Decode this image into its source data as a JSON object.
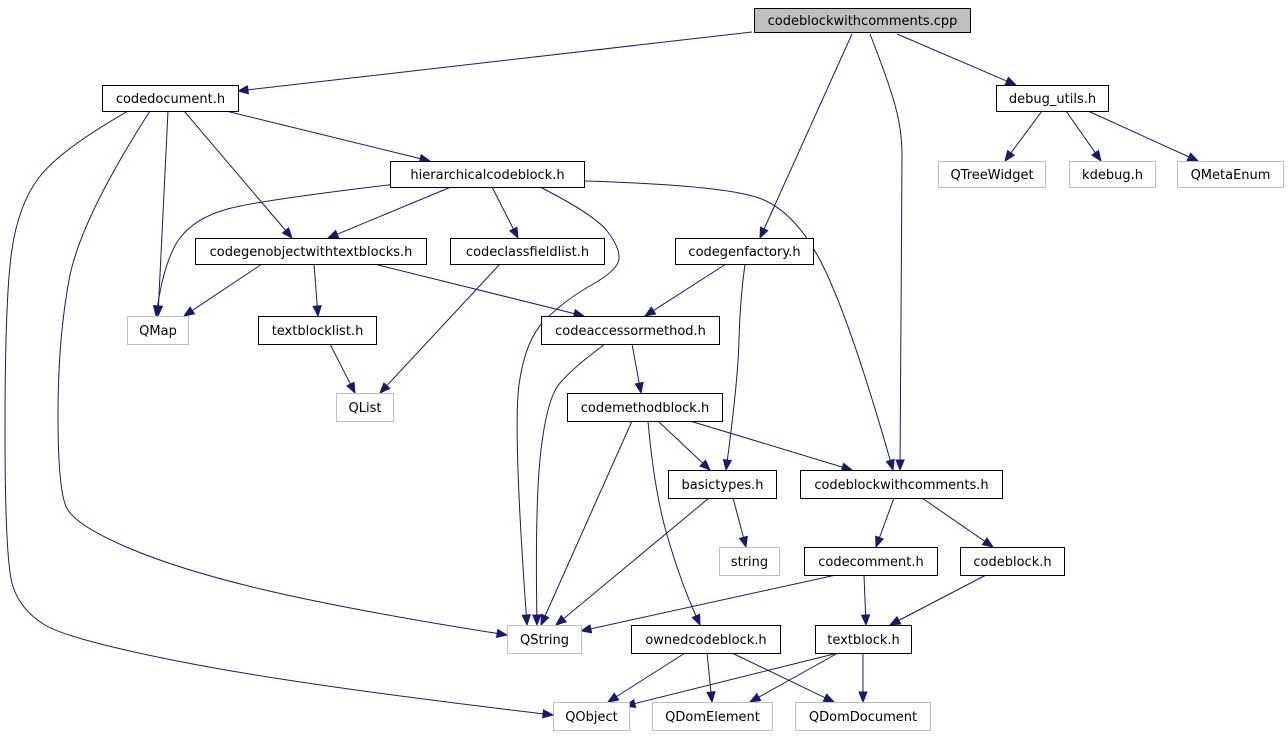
{
  "diagram": {
    "colors": {
      "edge": "#191970",
      "root_fill": "#bfbfbf",
      "internal_border": "#000000",
      "external_border": "#bfbfbf",
      "internal_text": "#000000",
      "external_text": "#000000"
    },
    "nodes": {
      "cbwc_cpp": {
        "label": "codeblockwithcomments.cpp",
        "kind": "root"
      },
      "codedocument": {
        "label": "codedocument.h",
        "kind": "internal"
      },
      "debug_utils": {
        "label": "debug_utils.h",
        "kind": "internal"
      },
      "qtreewidget": {
        "label": "QTreeWidget",
        "kind": "external"
      },
      "kdebug": {
        "label": "kdebug.h",
        "kind": "external"
      },
      "qmetaenum": {
        "label": "QMetaEnum",
        "kind": "external"
      },
      "hierarchical": {
        "label": "hierarchicalcodeblock.h",
        "kind": "internal"
      },
      "codegenobj": {
        "label": "codegenobjectwithtextblocks.h",
        "kind": "internal"
      },
      "classfieldlist": {
        "label": "codeclassfieldlist.h",
        "kind": "internal"
      },
      "codegenfactory": {
        "label": "codegenfactory.h",
        "kind": "internal"
      },
      "qmap": {
        "label": "QMap",
        "kind": "external"
      },
      "textblocklist": {
        "label": "textblocklist.h",
        "kind": "internal"
      },
      "accessor": {
        "label": "codeaccessormethod.h",
        "kind": "internal"
      },
      "qlist": {
        "label": "QList",
        "kind": "external"
      },
      "methodblock": {
        "label": "codemethodblock.h",
        "kind": "internal"
      },
      "basictypes": {
        "label": "basictypes.h",
        "kind": "internal"
      },
      "cbwc_h": {
        "label": "codeblockwithcomments.h",
        "kind": "internal"
      },
      "string": {
        "label": "string",
        "kind": "external"
      },
      "codecomment": {
        "label": "codecomment.h",
        "kind": "internal"
      },
      "codeblock": {
        "label": "codeblock.h",
        "kind": "internal"
      },
      "qstring": {
        "label": "QString",
        "kind": "external"
      },
      "owned": {
        "label": "ownedcodeblock.h",
        "kind": "internal"
      },
      "textblock": {
        "label": "textblock.h",
        "kind": "internal"
      },
      "qobject": {
        "label": "QObject",
        "kind": "external"
      },
      "qdomelement": {
        "label": "QDomElement",
        "kind": "external"
      },
      "qdomdocument": {
        "label": "QDomDocument",
        "kind": "external"
      }
    },
    "edges": [
      {
        "from": "cbwc_cpp",
        "to": "codedocument"
      },
      {
        "from": "cbwc_cpp",
        "to": "codegenfactory"
      },
      {
        "from": "cbwc_cpp",
        "to": "cbwc_h"
      },
      {
        "from": "cbwc_cpp",
        "to": "debug_utils"
      },
      {
        "from": "debug_utils",
        "to": "qtreewidget"
      },
      {
        "from": "debug_utils",
        "to": "kdebug"
      },
      {
        "from": "debug_utils",
        "to": "qmetaenum"
      },
      {
        "from": "codedocument",
        "to": "hierarchical"
      },
      {
        "from": "codedocument",
        "to": "codegenobj"
      },
      {
        "from": "codedocument",
        "to": "qmap"
      },
      {
        "from": "codedocument",
        "to": "qstring"
      },
      {
        "from": "codedocument",
        "to": "qobject"
      },
      {
        "from": "hierarchical",
        "to": "codegenobj"
      },
      {
        "from": "hierarchical",
        "to": "classfieldlist"
      },
      {
        "from": "hierarchical",
        "to": "qmap"
      },
      {
        "from": "hierarchical",
        "to": "cbwc_h"
      },
      {
        "from": "hierarchical",
        "to": "qstring"
      },
      {
        "from": "codegenobj",
        "to": "qmap"
      },
      {
        "from": "codegenobj",
        "to": "textblocklist"
      },
      {
        "from": "codegenobj",
        "to": "accessor"
      },
      {
        "from": "classfieldlist",
        "to": "qlist"
      },
      {
        "from": "textblocklist",
        "to": "qlist"
      },
      {
        "from": "codegenfactory",
        "to": "accessor"
      },
      {
        "from": "codegenfactory",
        "to": "basictypes"
      },
      {
        "from": "accessor",
        "to": "methodblock"
      },
      {
        "from": "accessor",
        "to": "qstring"
      },
      {
        "from": "methodblock",
        "to": "basictypes"
      },
      {
        "from": "methodblock",
        "to": "cbwc_h"
      },
      {
        "from": "methodblock",
        "to": "qstring"
      },
      {
        "from": "methodblock",
        "to": "owned"
      },
      {
        "from": "basictypes",
        "to": "string"
      },
      {
        "from": "basictypes",
        "to": "qstring"
      },
      {
        "from": "cbwc_h",
        "to": "codecomment"
      },
      {
        "from": "cbwc_h",
        "to": "codeblock"
      },
      {
        "from": "codecomment",
        "to": "textblock"
      },
      {
        "from": "codecomment",
        "to": "qstring"
      },
      {
        "from": "codeblock",
        "to": "textblock"
      },
      {
        "from": "owned",
        "to": "qobject"
      },
      {
        "from": "owned",
        "to": "qdomelement"
      },
      {
        "from": "owned",
        "to": "qdomdocument"
      },
      {
        "from": "textblock",
        "to": "qobject"
      },
      {
        "from": "textblock",
        "to": "qdomelement"
      },
      {
        "from": "textblock",
        "to": "qdomdocument"
      }
    ]
  }
}
